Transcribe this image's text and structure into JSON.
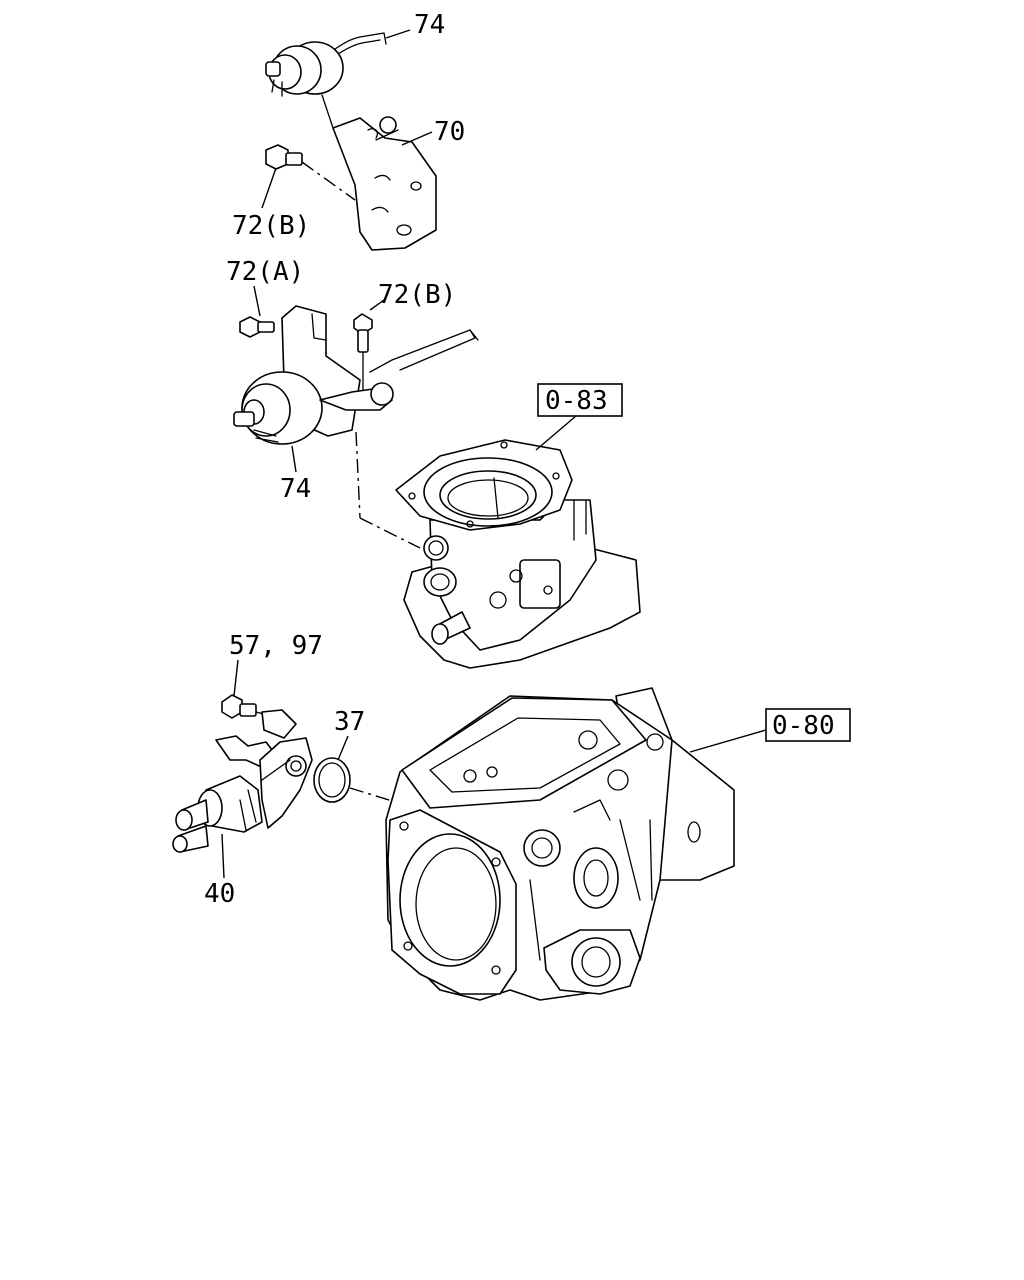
{
  "callouts": {
    "c74_top": "74",
    "c70": "70",
    "c72b_top": "72(B)",
    "c72a": "72(A)",
    "c72b_mid": "72(B)",
    "c74_mid": "74",
    "c57_97": "57, 97",
    "c37": "37",
    "c40": "40"
  },
  "refs": {
    "r083": "0-83",
    "r080": "0-80"
  }
}
